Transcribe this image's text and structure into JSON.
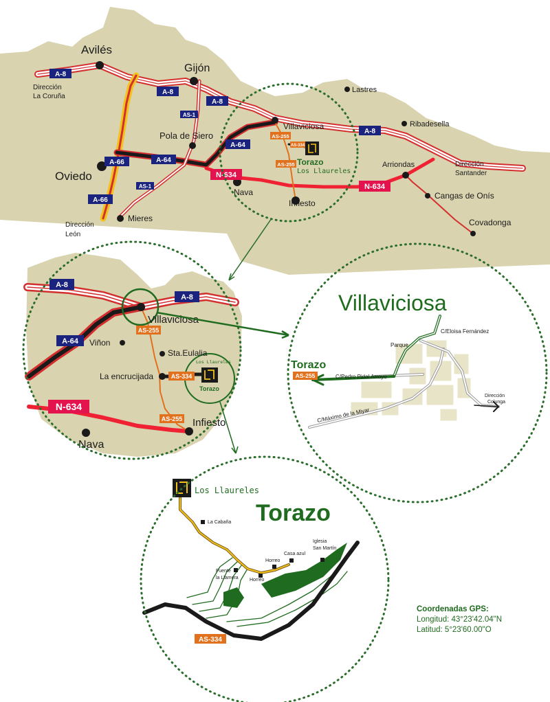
{
  "colors": {
    "land": "#d9d3b0",
    "motorway_badge": "#1a237e",
    "national_badge": "#e3134e",
    "regional_badge": "#e2711d",
    "green": "#1f6b1f",
    "dot_green": "#2b6d2b"
  },
  "region_map": {
    "cities": {
      "aviles": "Avilés",
      "gijon": "Gijón",
      "oviedo": "Oviedo",
      "pola": "Pola de Siero",
      "mieres": "Mieres",
      "villaviciosa": "Villaviciosa",
      "lastres": "Lastres",
      "ribadesella": "Ribadesella",
      "arriondas": "Arriondas",
      "cangas": "Cangas de Onís",
      "covadonga": "Covadonga",
      "nava": "Nava",
      "infiesto": "Infiesto"
    },
    "directions": {
      "coruna_1": "Dirección",
      "coruna_2": "La Coruña",
      "leon_1": "Dirección",
      "leon_2": "León",
      "santander_1": "Dirección",
      "santander_2": "Santander"
    },
    "badges": {
      "a8_west": "A-8",
      "a8_gijon": "A-8",
      "a8_mid": "A-8",
      "a8_east": "A-8",
      "a66_n": "A-66",
      "a66_s": "A-66",
      "a64_w": "A-64",
      "a64_e": "A-64",
      "as1_n": "AS-1",
      "as1_s": "AS-1",
      "as255_n": "AS-255",
      "as255_s": "AS-255",
      "as334": "AS-334",
      "n634_w": "N-634",
      "n634_e": "N-634"
    },
    "torazo": "Torazo",
    "llaureles": "Los Llaureles"
  },
  "zoom1": {
    "cities": {
      "villaviciosa": "Villaviciosa",
      "vinon": "Viñon",
      "eulalia": "Sta.Eulalia",
      "encrucijada": "La encrucijada",
      "infiesto": "Infiesto",
      "nava": "Nava"
    },
    "badges": {
      "a8_w": "A-8",
      "a8_e": "A-8",
      "a64": "A-64",
      "as255_n": "AS-255",
      "as255_s": "AS-255",
      "as334": "AS-334",
      "n634": "N-634"
    },
    "logo_top": "Los Llaureles",
    "logo_bottom": "Torazo"
  },
  "town": {
    "title": "Villaviciosa",
    "torazo": "Torazo",
    "as255": "AS-255",
    "streets": {
      "eloisa": "C/Eloisa Fernández",
      "parque": "Parque",
      "pidal": "C/Pedro Pidal Arroyo",
      "maximo": "C/Máximo de la Miyar",
      "colunga_1": "Dirección",
      "colunga_2": "Colunga"
    }
  },
  "village": {
    "title": "Torazo",
    "logo": "Los Llaureles",
    "places": {
      "cabana": "La Cabaña",
      "horreo1": "Horreo",
      "casa": "Casa azul",
      "iglesia_1": "Iglesia",
      "iglesia_2": "San Martín",
      "fuente_1": "Fuente",
      "fuente_2": "la Llamera",
      "horreo2": "Horreo"
    },
    "as334": "AS-334"
  },
  "gps": {
    "title": "Coordenadas GPS:",
    "longitud": "Longitud: 43°23'42.04\"N",
    "latitud": "Latitud: 5°23'60.00\"O"
  }
}
